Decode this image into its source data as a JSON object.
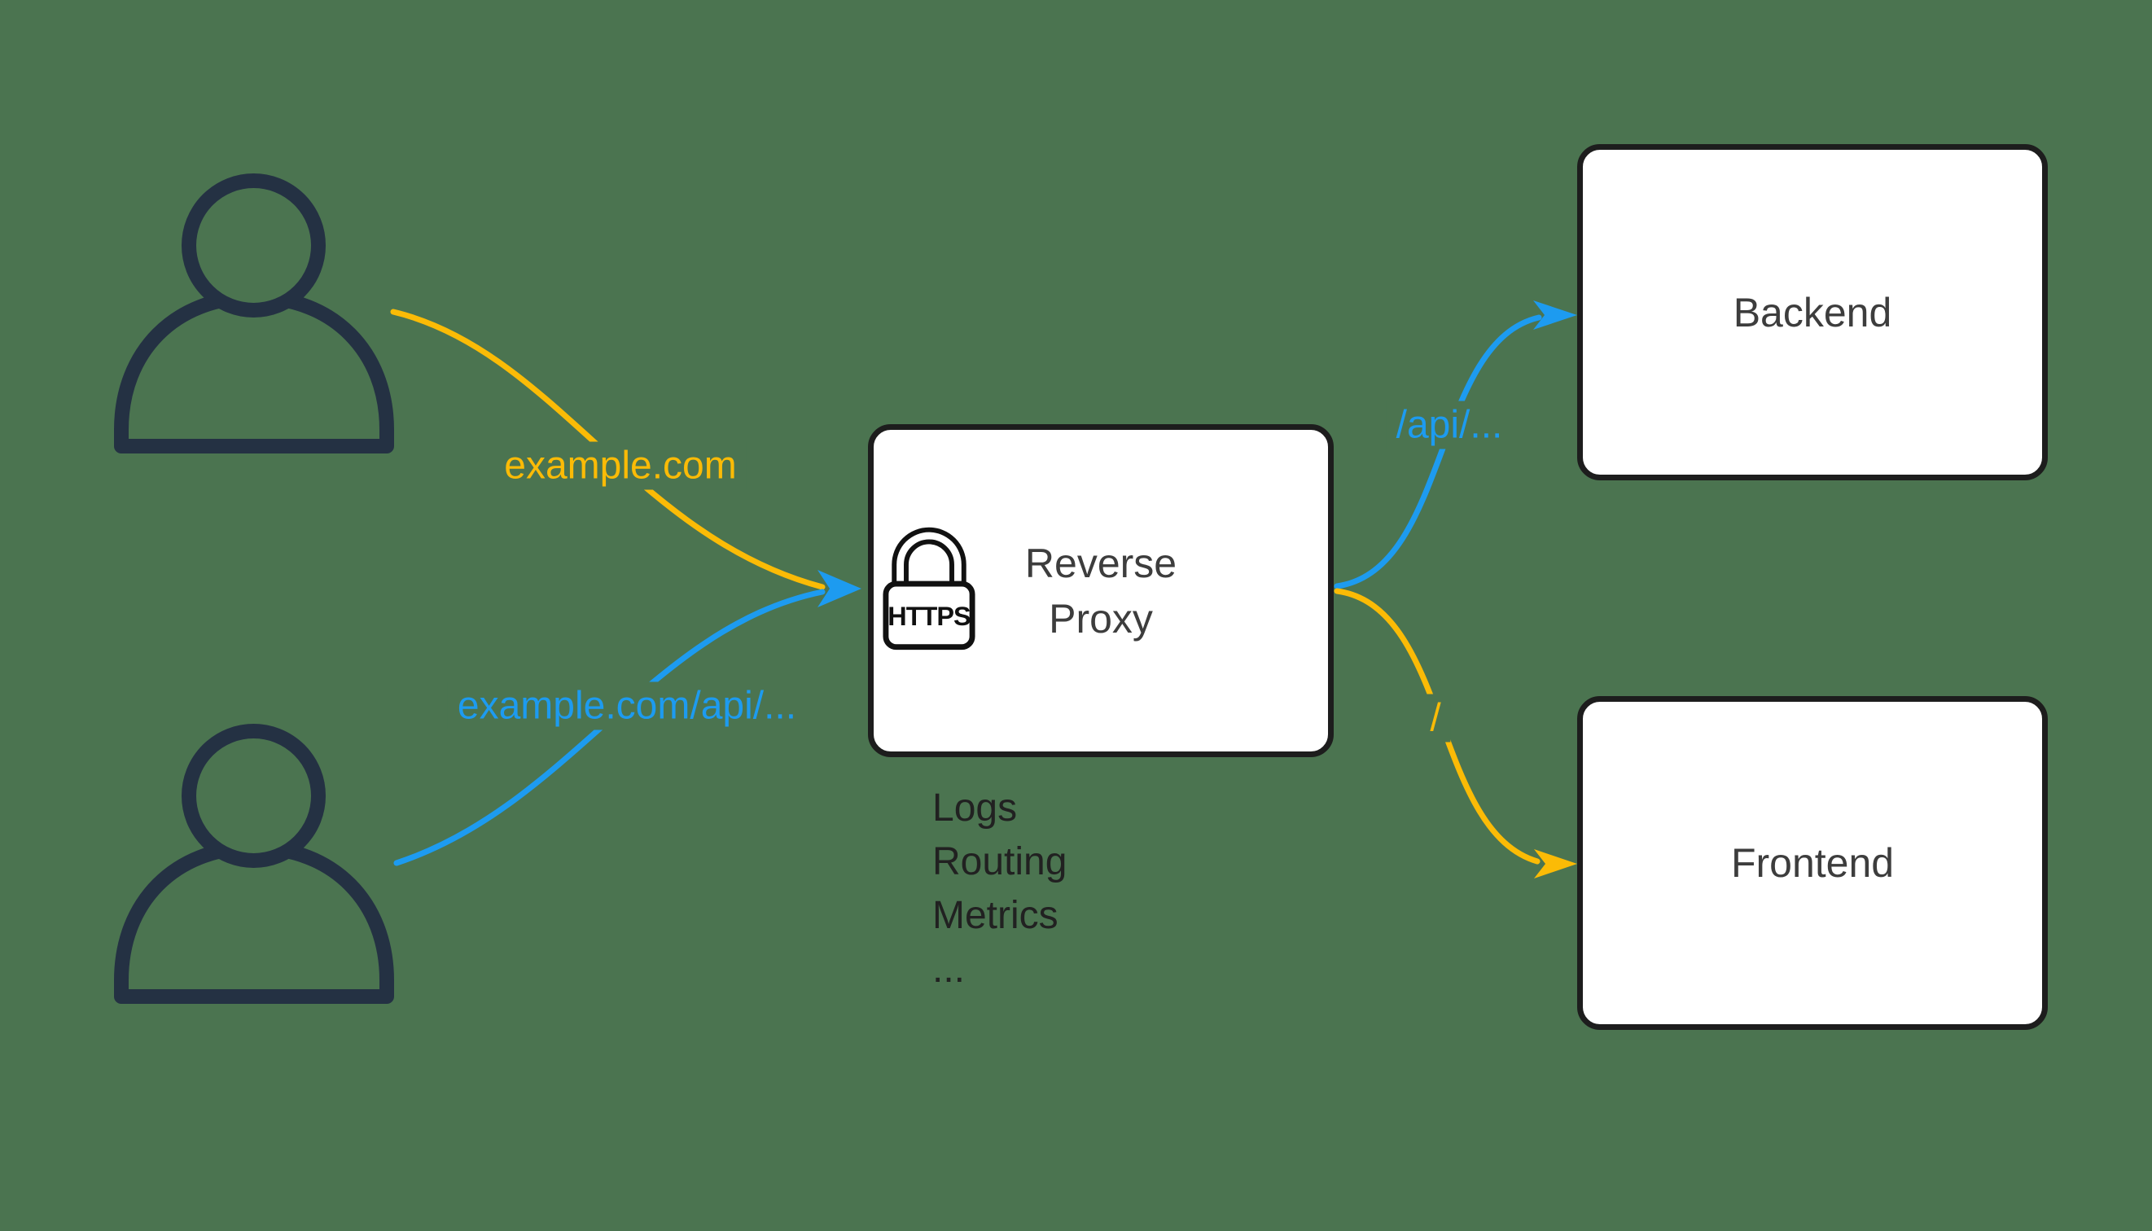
{
  "colors": {
    "bg": "#4b7450",
    "yellow": "#fbbb06",
    "blue": "#1d9bf0",
    "navy": "#243143",
    "ink": "#1d1d1d",
    "box_text": "#3d3d3d",
    "list_text": "#212121"
  },
  "nodes": {
    "reverse_proxy": {
      "title_lines": [
        "Reverse",
        "Proxy"
      ],
      "lock_label": "HTTPS",
      "features": [
        "Logs",
        "Routing",
        "Metrics",
        "..."
      ]
    },
    "backend": {
      "label": "Backend"
    },
    "frontend": {
      "label": "Frontend"
    }
  },
  "edges": {
    "user_top_to_proxy": {
      "label": "example.com",
      "color": "yellow"
    },
    "user_bottom_to_proxy": {
      "label": "example.com/api/...",
      "color": "blue"
    },
    "proxy_to_backend": {
      "label": "/api/...",
      "color": "blue"
    },
    "proxy_to_frontend": {
      "label": "/",
      "color": "yellow"
    }
  }
}
